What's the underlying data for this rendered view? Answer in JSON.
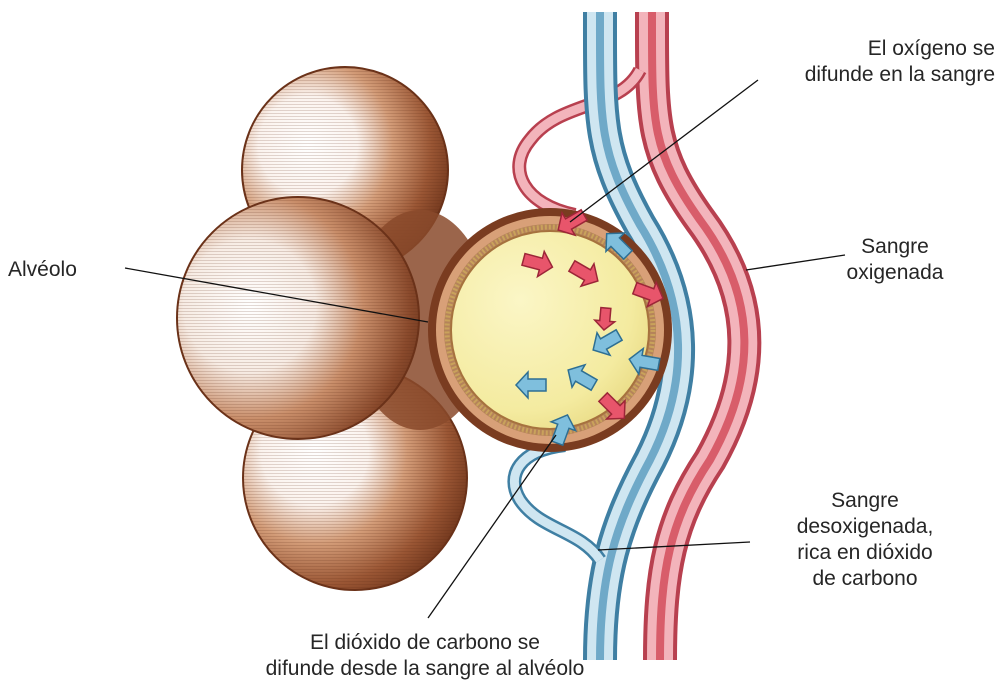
{
  "labels": {
    "alveolo": [
      "Alvéolo"
    ],
    "oxigeno": [
      "El oxígeno se",
      "difunde en la sangre"
    ],
    "oxigenada": [
      "Sangre",
      "oxigenada"
    ],
    "desoxigenada": [
      "Sangre",
      "desoxigenada,",
      "rica en dióxido",
      "de carbono"
    ],
    "dioxido": [
      "El dióxido de carbono se",
      "difunde desde la sangre al alvéolo"
    ]
  },
  "colors": {
    "alveolus_brown": "#8a4a2c",
    "alveolus_light": "#c98e6a",
    "interior_yellow": "#f4eba0",
    "oxygen_red": "#e8556b",
    "co2_blue": "#7fbfdd",
    "vessel_red": "#d85d6a",
    "vessel_blue": "#6fa9c8",
    "leader_line": "#111111"
  },
  "icons": {
    "oxygen_arrow": "red-arrow-icon",
    "co2_arrow": "blue-arrow-icon"
  }
}
